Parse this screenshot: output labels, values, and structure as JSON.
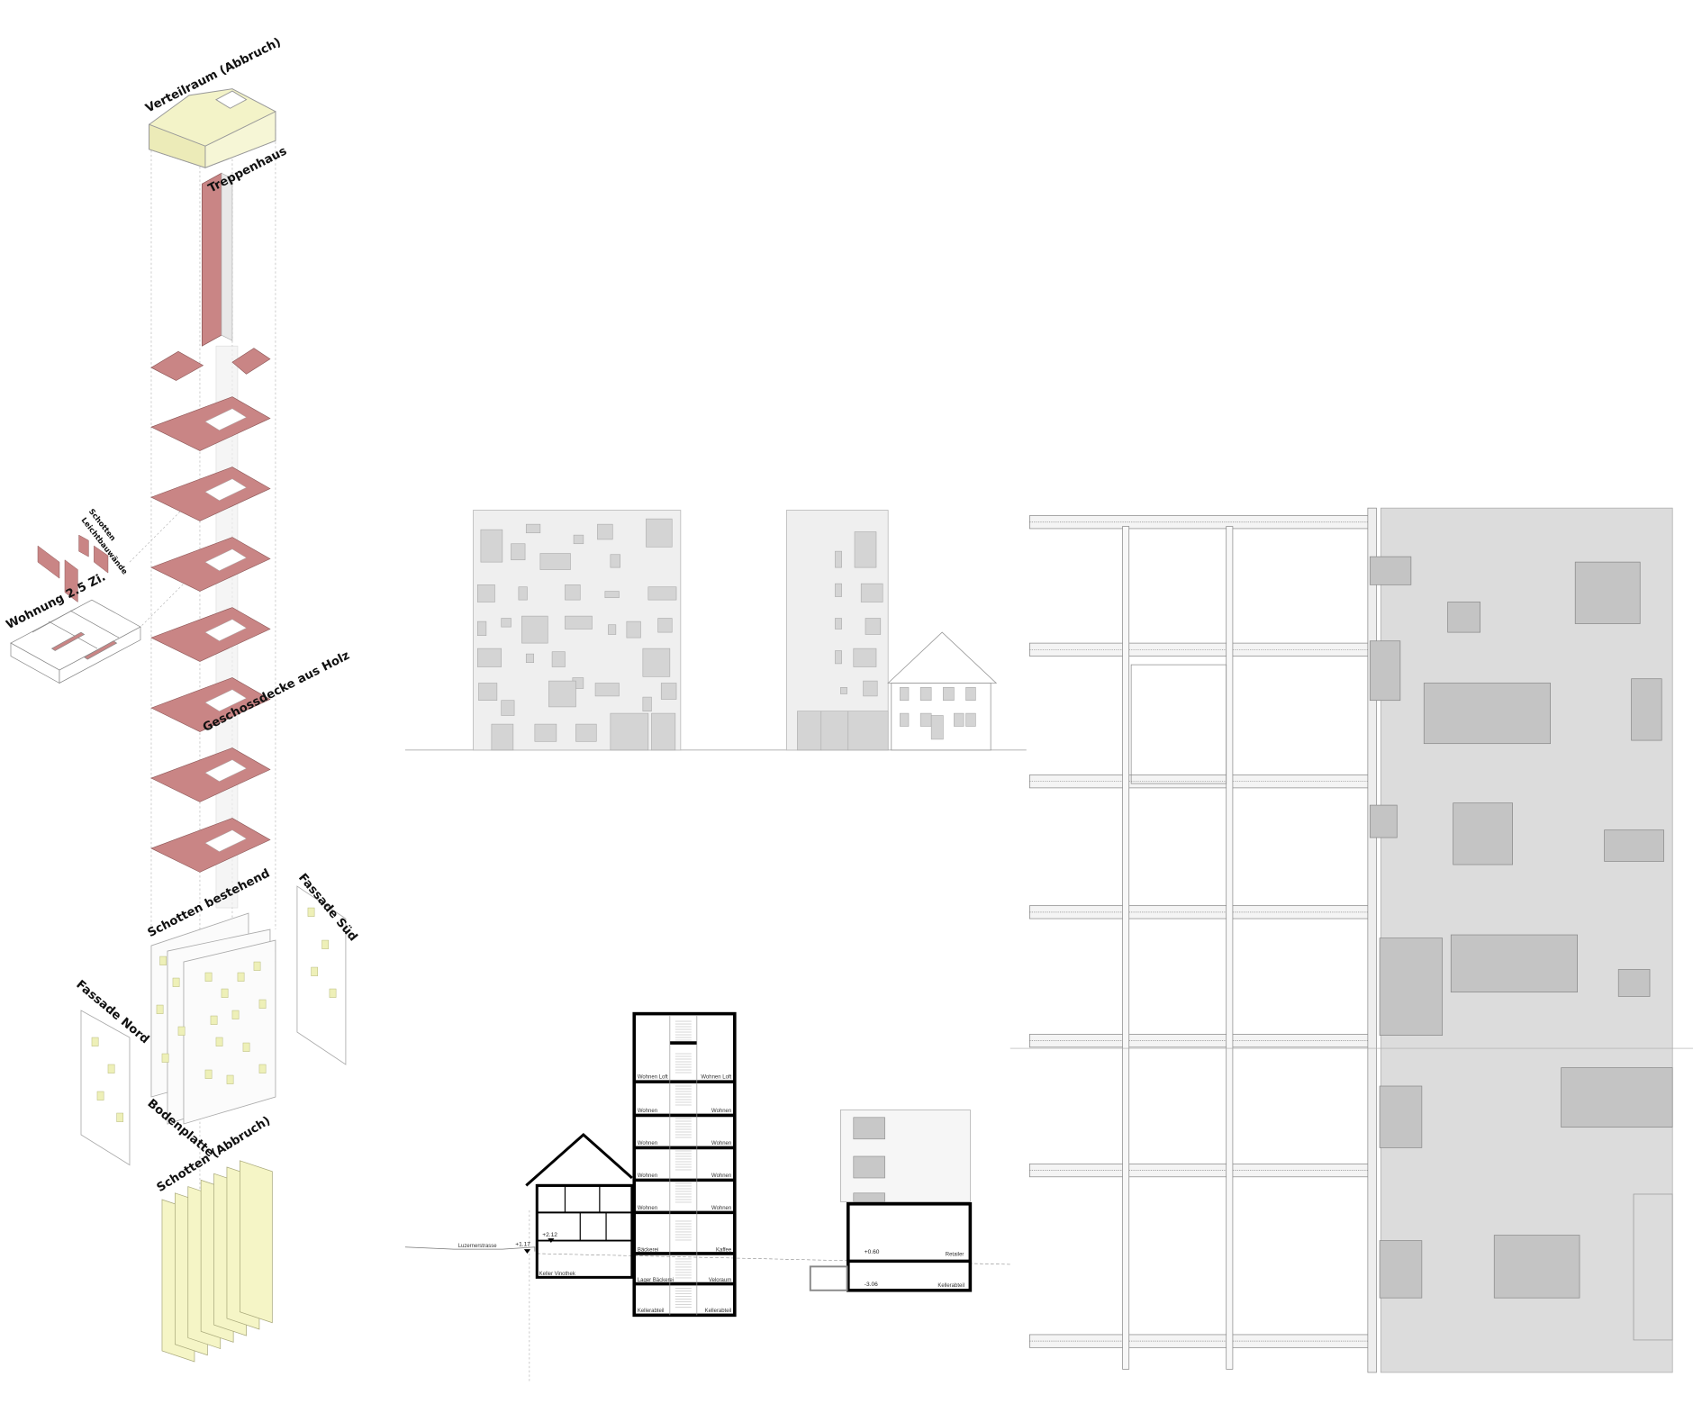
{
  "axonometry": {
    "labels": {
      "verteilraum": "Verteilraum (Abbruch)",
      "treppenhaus": "Treppenhaus",
      "geschossdecke": "Geschossdecke aus Holz",
      "schotten_bestehend": "Schotten bestehend",
      "fassade_sued": "Fassade Süd",
      "fassade_nord": "Fassade Nord",
      "bodenplatte": "Bodenplatte",
      "schotten_abbruch": "Schotten (Abbruch)",
      "wohnung": "Wohnung 2.5 Zi.",
      "schotten_leicht_1": "Schotten",
      "schotten_leicht_2": "Leichtbauwände"
    }
  },
  "section": {
    "tower_rooms": [
      {
        "left": "Wohnen Loft",
        "right": "Wohnen Loft"
      },
      {
        "left": "Wohnen",
        "right": "Wohnen"
      },
      {
        "left": "Wohnen",
        "right": "Wohnen"
      },
      {
        "left": "Wohnen",
        "right": "Wohnen"
      },
      {
        "left": "Wohnen",
        "right": "Wohnen"
      },
      {
        "left": "Bäckerei",
        "right": "Kaffee"
      },
      {
        "left": "Lager Bäckerei",
        "right": "Veloraum"
      },
      {
        "left": "Kellerabteil",
        "right": "Kellerabteil"
      }
    ],
    "house_cellar": "Keller Vinothek",
    "street": "Luzernerstrasse",
    "level_street": "+1.17",
    "level_house": "+2.12",
    "neighbour": {
      "level_ground": "+0.60",
      "room_ground": "Retailer",
      "level_cellar": "-3.06",
      "room_cellar": "Kellerabteil"
    }
  },
  "colors": {
    "slab_red": "#c98585",
    "roof_yellow": "#f3f3c8",
    "facade_grey": "#dcdcdc",
    "window_grey": "#c4c4c4"
  }
}
